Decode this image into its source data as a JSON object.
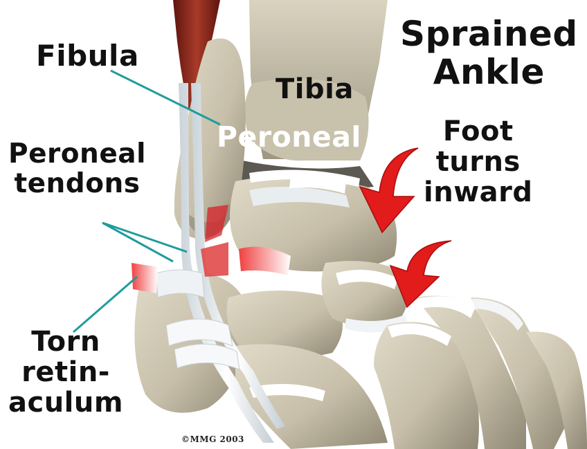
{
  "labels": {
    "title_line1": "Sprained",
    "title_line2": "Ankle",
    "fibula": "Fibula",
    "tibia": "Tibia",
    "peroneal": "Peroneal",
    "peroneal_tendons_line1": "Peroneal",
    "peroneal_tendons_line2": "tendons",
    "foot_line1": "Foot",
    "foot_line2": "turns",
    "foot_line3": "inward",
    "torn_line1": "Torn",
    "torn_line2": "retin-",
    "torn_line3": "aculum",
    "copyright": "©MMG 2003"
  },
  "colors": {
    "bone": "#c9c2ae",
    "bone_shadow": "#8b8472",
    "tendon": "#e9eef1",
    "muscle": "#8a2418",
    "tear": "#d8202a",
    "arrow": "#e21b1b",
    "leader_line": "#1f9c9c",
    "background": "#ffffff"
  }
}
